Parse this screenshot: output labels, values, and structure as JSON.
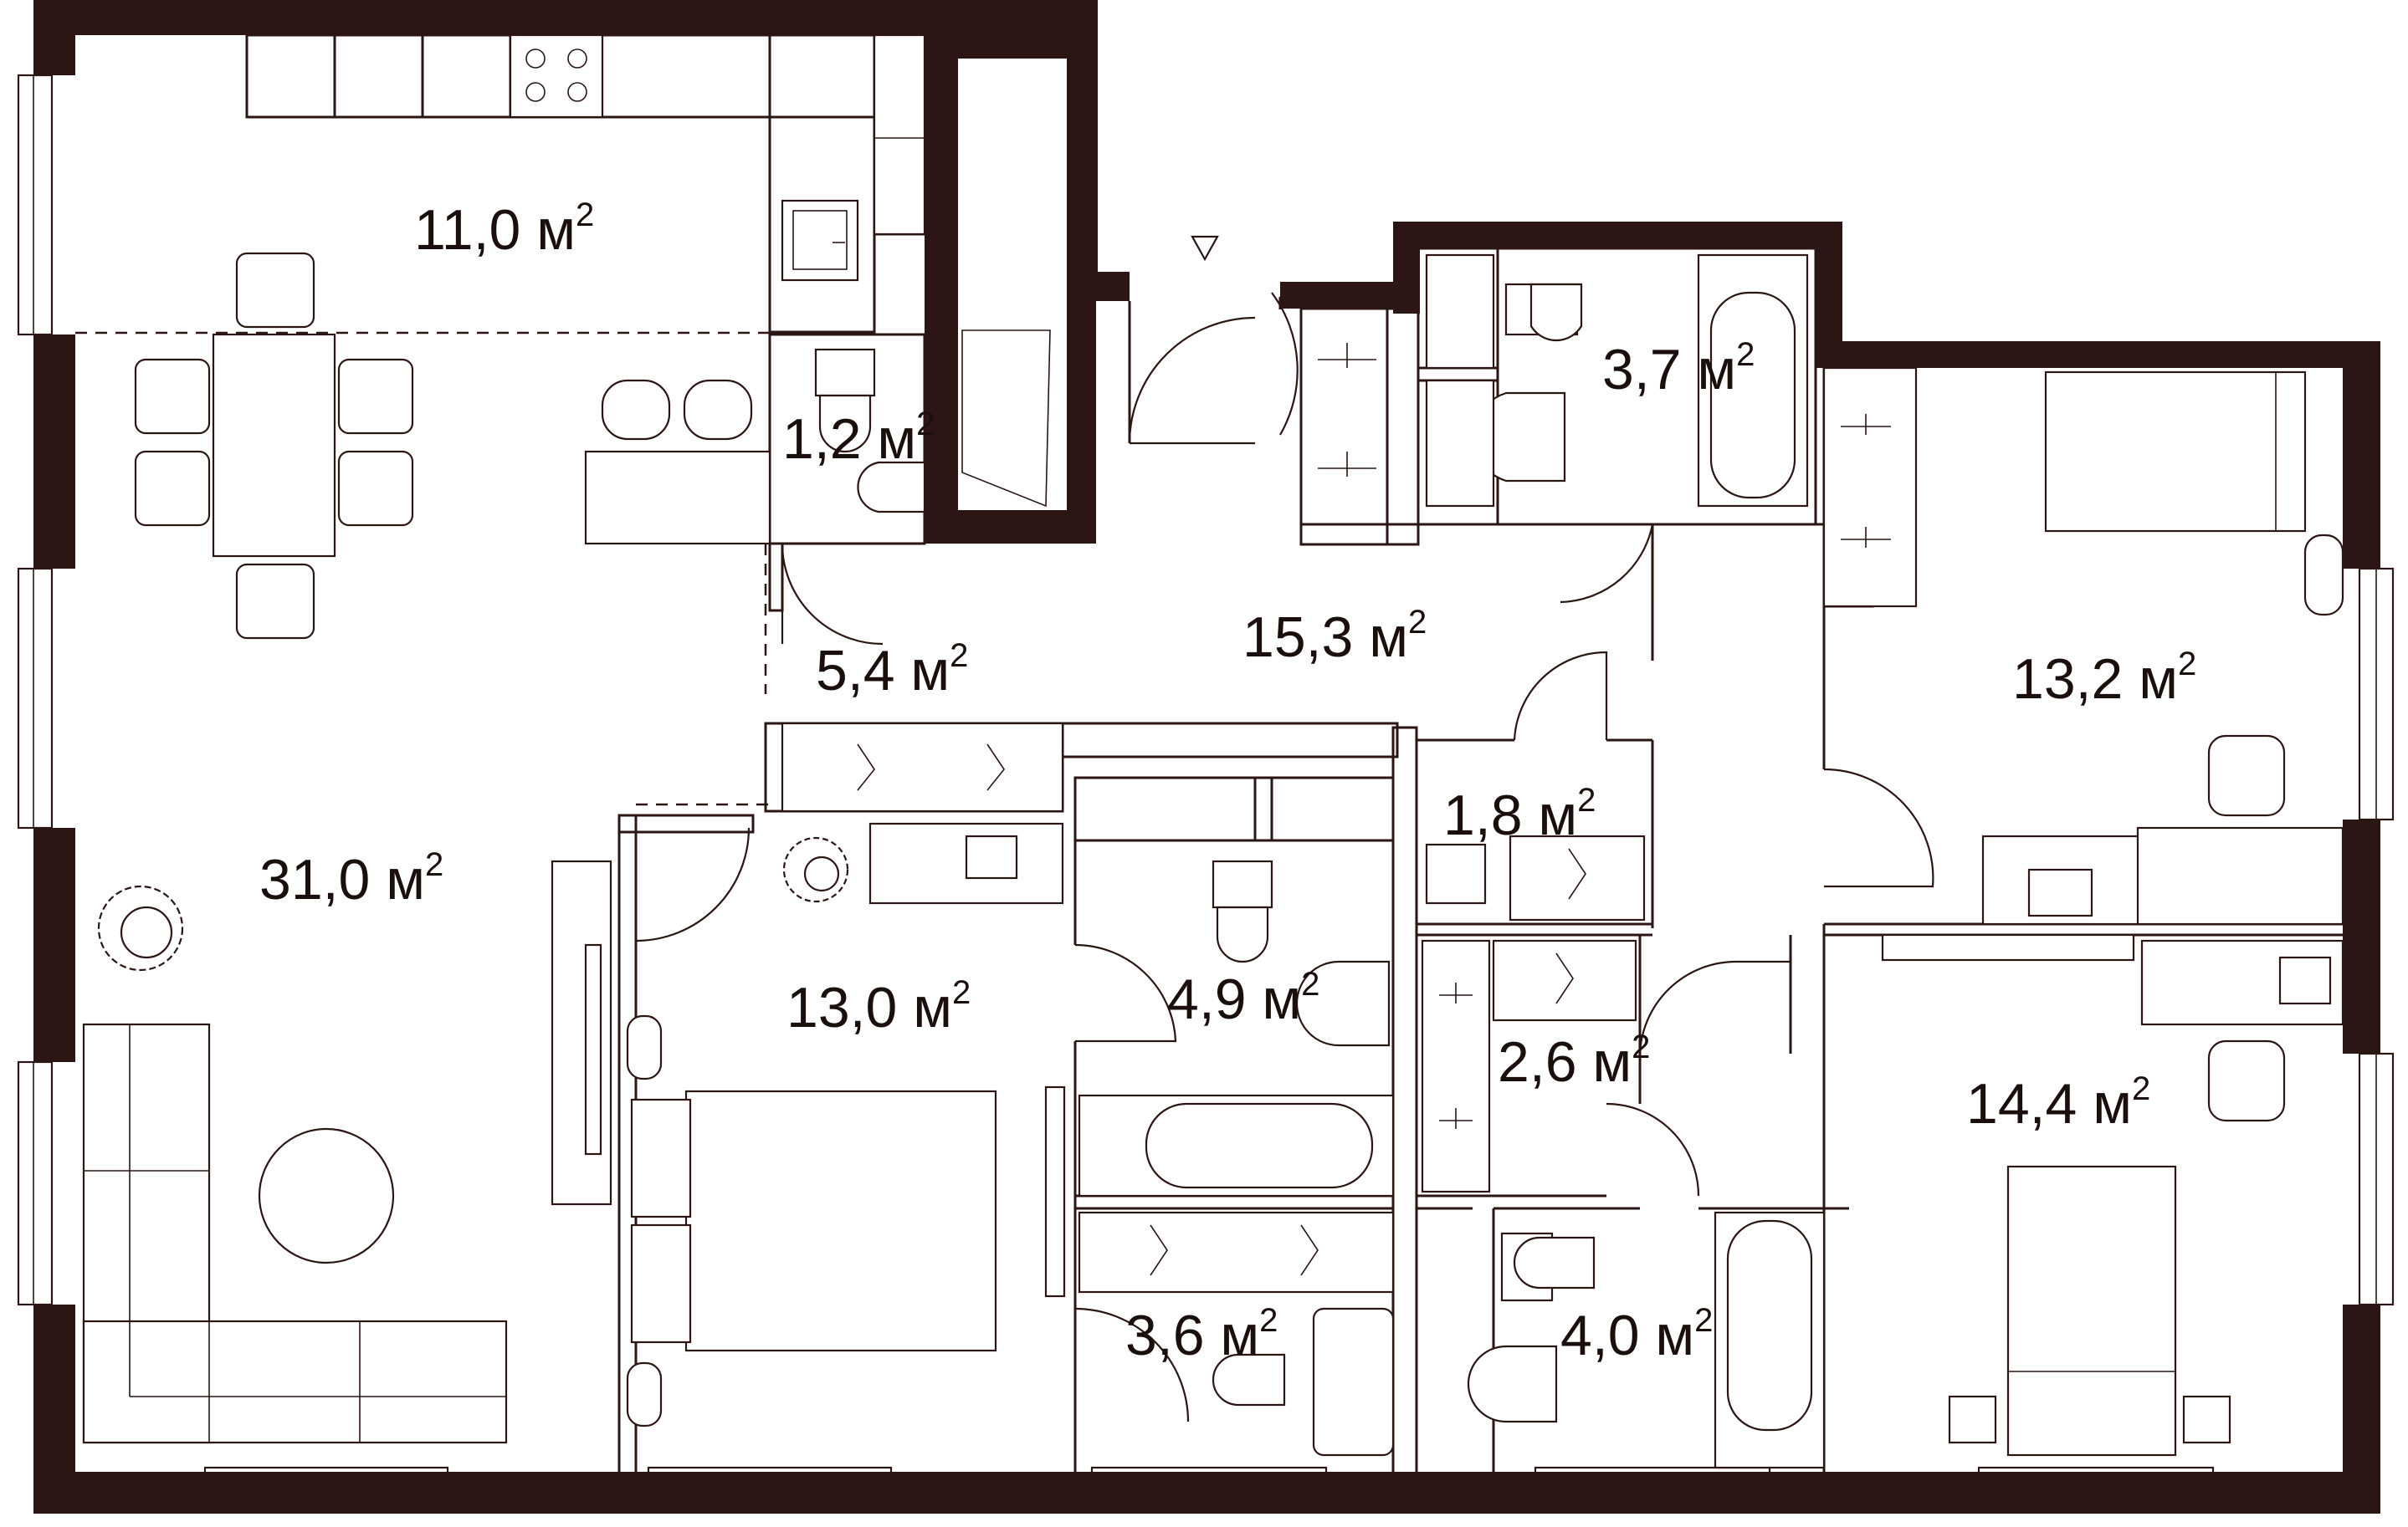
{
  "plan": {
    "rooms": [
      {
        "id": "kitchen",
        "area": "11,0 м",
        "exp": "2"
      },
      {
        "id": "wc-small",
        "area": "1,2 м",
        "exp": "2"
      },
      {
        "id": "hall-left",
        "area": "5,4 м",
        "exp": "2"
      },
      {
        "id": "corridor",
        "area": "15,3 м",
        "exp": "2"
      },
      {
        "id": "bath-top",
        "area": "3,7 м",
        "exp": "2"
      },
      {
        "id": "bedroom-right-top",
        "area": "13,2 м",
        "exp": "2"
      },
      {
        "id": "living",
        "area": "31,0 м",
        "exp": "2"
      },
      {
        "id": "bedroom-middle",
        "area": "13,0 м",
        "exp": "2"
      },
      {
        "id": "bath-middle",
        "area": "4,9 м",
        "exp": "2"
      },
      {
        "id": "closet-small",
        "area": "1,8 м",
        "exp": "2"
      },
      {
        "id": "closet-medium",
        "area": "2,6 м",
        "exp": "2"
      },
      {
        "id": "bedroom-right-bottom",
        "area": "14,4 м",
        "exp": "2"
      },
      {
        "id": "laundry",
        "area": "3,6 м",
        "exp": "2"
      },
      {
        "id": "bath-bottom",
        "area": "4,0 м",
        "exp": "2"
      }
    ],
    "colors": {
      "wall": "#2b1613",
      "background": "#ffffff",
      "text": "#1a0f0d"
    },
    "icons": [
      "entrance-marker-icon",
      "door-swing-icon",
      "bathtub-icon",
      "toilet-icon",
      "sink-icon",
      "stove-icon",
      "bed-icon",
      "plant-icon",
      "wardrobe-icon"
    ]
  }
}
